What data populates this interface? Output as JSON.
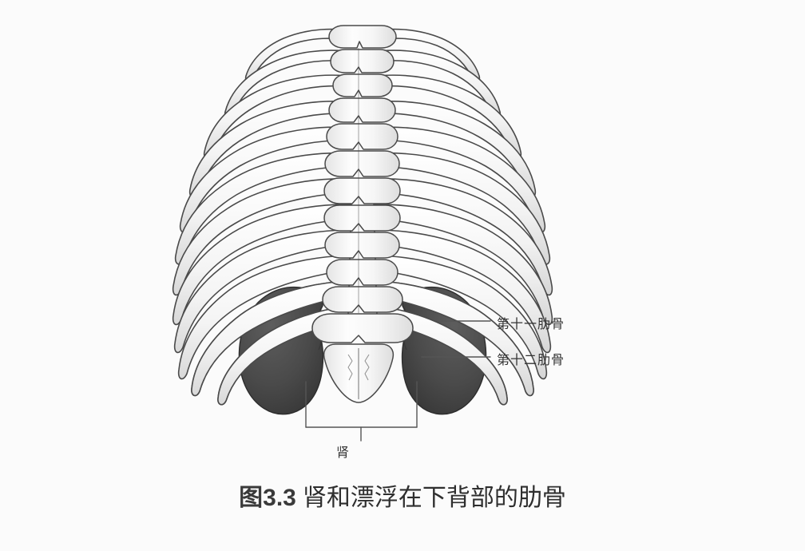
{
  "figure": {
    "caption_prefix": "图3.3",
    "caption_text": "肾和漂浮在下背部的肋骨",
    "background_color": "#fbfbfb"
  },
  "labels": {
    "rib_eleven": "第十一肋骨",
    "rib_twelve": "第十二肋骨",
    "kidney": "肾"
  },
  "colors": {
    "bone_fill": "#f2f2f2",
    "bone_fill_shadow": "#dcdcdc",
    "bone_outline": "#4a4a4a",
    "kidney_fill": "#4a4a4a",
    "kidney_fill_dark": "#3c3c3c",
    "leader_line": "#555555",
    "caption_color": "#2e2e2e"
  },
  "anatomy": {
    "view": "posterior",
    "structures": [
      {
        "name": "rib-cage",
        "count_pairs": 12,
        "description": "十二对肋骨"
      },
      {
        "name": "vertebral-column",
        "description": "胸椎与腰椎"
      },
      {
        "name": "sacrum",
        "description": "骶骨"
      },
      {
        "name": "kidney-left",
        "description": "左肾"
      },
      {
        "name": "kidney-right",
        "description": "右肾"
      }
    ],
    "floating_ribs": [
      "第十一肋骨",
      "第十二肋骨"
    ]
  }
}
